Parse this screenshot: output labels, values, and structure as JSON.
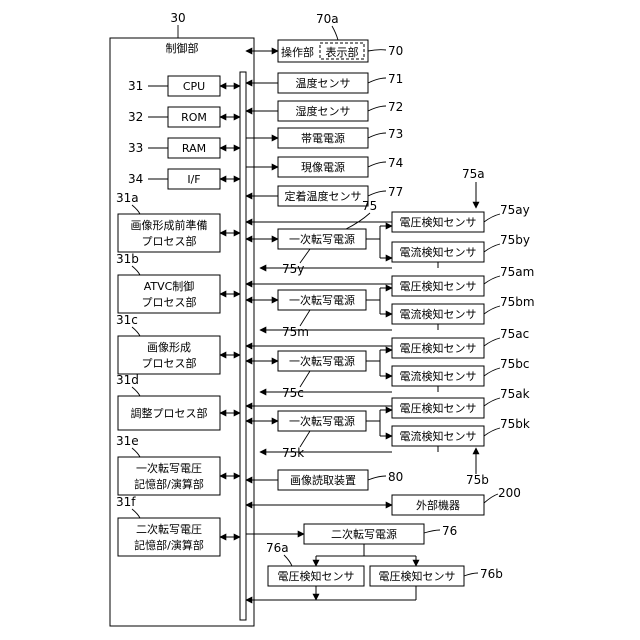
{
  "refs": {
    "r30": "30",
    "r31": "31",
    "r32": "32",
    "r33": "33",
    "r34": "34",
    "r31a": "31a",
    "r31b": "31b",
    "r31c": "31c",
    "r31d": "31d",
    "r31e": "31e",
    "r31f": "31f",
    "r70a": "70a",
    "r70": "70",
    "r71": "71",
    "r72": "72",
    "r73": "73",
    "r74": "74",
    "r77": "77",
    "r75a": "75a",
    "r75": "75",
    "r75ay": "75ay",
    "r75by": "75by",
    "r75y": "75y",
    "r75am": "75am",
    "r75bm": "75bm",
    "r75m": "75m",
    "r75ac": "75ac",
    "r75bc": "75bc",
    "r75c": "75c",
    "r75ak": "75ak",
    "r75bk": "75bk",
    "r75k": "75k",
    "r75b": "75b",
    "r80": "80",
    "r200": "200",
    "r76": "76",
    "r76a": "76a",
    "r76b": "76b"
  },
  "controller": {
    "title": "制御部",
    "cpu": "CPU",
    "rom": "ROM",
    "ram": "RAM",
    "if": "I/F",
    "p31a": [
      "画像形成前準備",
      "プロセス部"
    ],
    "p31b": [
      "ATVC制御",
      "プロセス部"
    ],
    "p31c": [
      "画像形成",
      "プロセス部"
    ],
    "p31d": "調整プロセス部",
    "p31e": [
      "一次転写電圧",
      "記憶部/演算部"
    ],
    "p31f": [
      "二次転写電圧",
      "記憶部/演算部"
    ]
  },
  "units": {
    "operation": "操作部",
    "display": "表示部",
    "temp_sensor": "温度センサ",
    "humidity_sensor": "湿度センサ",
    "charge_power": "帯電電源",
    "develop_power": "現像電源",
    "fixing_temp_sensor": "定着温度センサ",
    "primary_power": "一次転写電源",
    "voltage_sensor": "電圧検知センサ",
    "current_sensor": "電流検知センサ",
    "image_reader": "画像読取装置",
    "external": "外部機器",
    "secondary_power": "二次転写電源"
  }
}
